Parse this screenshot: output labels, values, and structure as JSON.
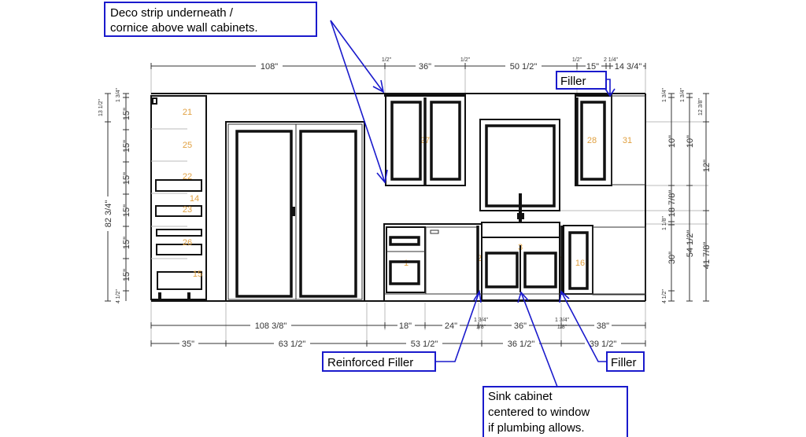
{
  "callouts": {
    "deco": [
      "Deco strip underneath /",
      "cornice above wall cabinets."
    ],
    "filler_top": "Filler",
    "reinforced_filler": "Reinforced Filler",
    "filler_bottom": "Filler",
    "sink": [
      "Sink cabinet",
      "centered to window",
      "if plumbing allows."
    ]
  },
  "top_dims": {
    "d1": "108\"",
    "g1": "1/2\"",
    "d2": "36\"",
    "g2": "1/2\"",
    "d3": "50 1/2\"",
    "g3": "1/2\"",
    "d4": "15\"",
    "g4": "2 1/4\"",
    "d5": "14 3/4\""
  },
  "left_dims": {
    "a": "13 1/2\"",
    "b": "82 3/4\"",
    "c": "1 3/4\"",
    "s": "15\"",
    "f": "4 1/2\""
  },
  "right_dims": {
    "c1": [
      "1 3/4\"",
      "10\"",
      "18 7/8\"",
      "1 1/8\"",
      "30\"",
      "4 1/2\""
    ],
    "c2": [
      "1 3/4\"",
      "10\"",
      "54 1/2\""
    ],
    "c3": [
      "12 3/8\"",
      "12\"",
      "41 7/8\""
    ]
  },
  "bottom_dims": {
    "row1": [
      "108 3/8\"",
      "18\"",
      "24\"",
      "36\"",
      "38\""
    ],
    "row2": [
      "35\"",
      "63 1/2\"",
      "53 1/2\"",
      "36 1/2\"",
      "39 1/2\""
    ],
    "small_a": "1 3/4\"",
    "small_b": "1/8\""
  },
  "cabinet_numbers": {
    "n21": "21",
    "n25": "25",
    "n22": "22",
    "n14": "14",
    "n23": "23",
    "n26": "26",
    "n15": "15",
    "n27": "27",
    "n28": "28",
    "n31": "31",
    "n1": "1",
    "n2": "2",
    "n3": "3",
    "n4": "4",
    "n16": "16"
  },
  "colors": {
    "callout": "#1a1acc",
    "cabinet_number": "#e0a040"
  }
}
